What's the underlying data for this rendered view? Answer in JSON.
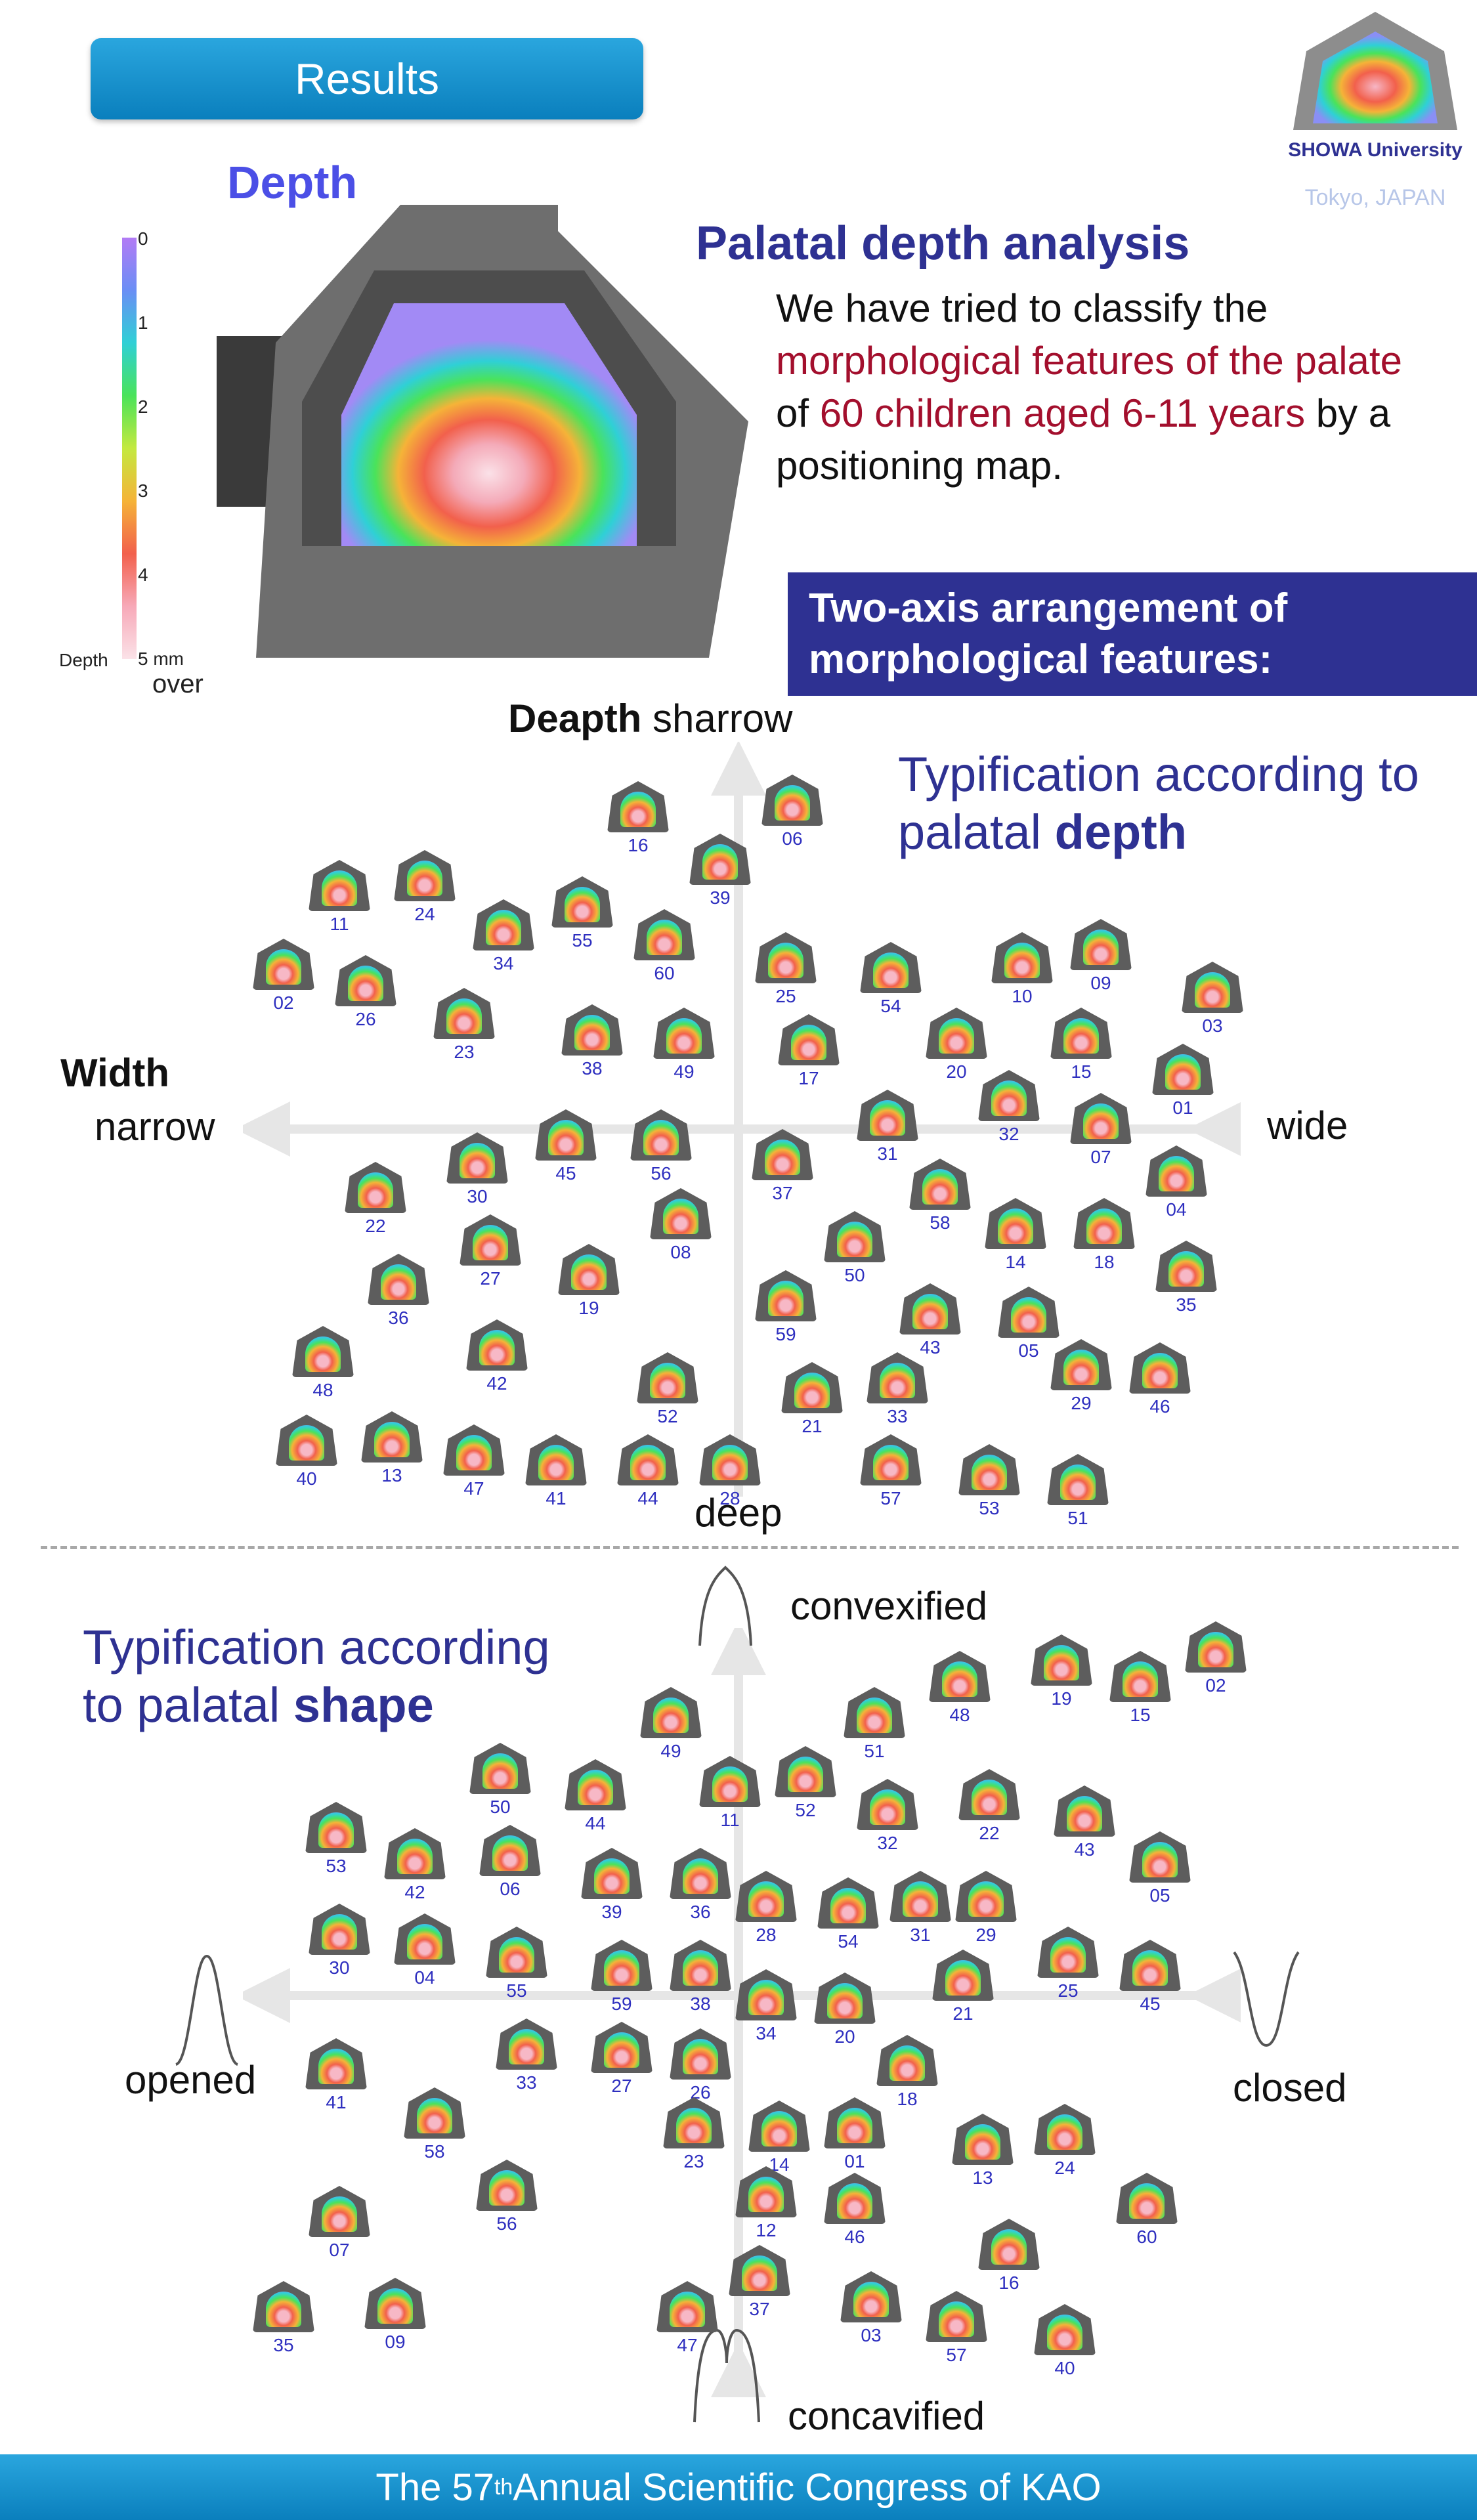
{
  "banner": {
    "label": "Results"
  },
  "depth_panel": {
    "title": "Depth",
    "scale_ticks": [
      "0",
      "1",
      "2",
      "3",
      "4",
      "5 mm"
    ],
    "scale_label": "Depth",
    "scale_over": "over"
  },
  "logo": {
    "university": "SHOWA University",
    "city": "Tokyo, JAPAN"
  },
  "analysis": {
    "title": "Palatal depth analysis",
    "p1": "We have tried to classify the ",
    "p2": "morphological features of the palate",
    "p3": " of ",
    "p4": "60 children aged 6-11 years",
    "p5": " by a positioning map."
  },
  "two_axis": {
    "label": "Two-axis arrangement of morphological features:"
  },
  "depth_map": {
    "y_axis_bold": "Deapth",
    "y_top": "sharrow",
    "y_bottom": "deep",
    "x_axis_bold": "Width",
    "x_left": "narrow",
    "x_right": "wide",
    "title_1": "Typification according to",
    "title_2": "palatal ",
    "title_bold": "depth",
    "samples": [
      "16",
      "06",
      "39",
      "11",
      "24",
      "55",
      "34",
      "60",
      "25",
      "54",
      "10",
      "09",
      "02",
      "26",
      "23",
      "38",
      "49",
      "03",
      "17",
      "20",
      "15",
      "01",
      "32",
      "31",
      "07",
      "45",
      "56",
      "30",
      "37",
      "04",
      "22",
      "08",
      "58",
      "14",
      "18",
      "27",
      "50",
      "19",
      "35",
      "36",
      "59",
      "43",
      "05",
      "48",
      "42",
      "52",
      "33",
      "29",
      "21",
      "46",
      "40",
      "13",
      "47",
      "41",
      "44",
      "28",
      "57",
      "53",
      "51"
    ]
  },
  "shape_map": {
    "title_1": "Typification according",
    "title_2": "to palatal ",
    "title_bold": "shape",
    "y_top": "convexified",
    "y_bottom": "concavified",
    "x_left": "opened",
    "x_right": "closed",
    "samples": [
      "19",
      "02",
      "48",
      "15",
      "49",
      "51",
      "50",
      "44",
      "11",
      "52",
      "32",
      "22",
      "53",
      "42",
      "06",
      "43",
      "39",
      "36",
      "05",
      "28",
      "54",
      "31",
      "29",
      "30",
      "04",
      "55",
      "59",
      "38",
      "25",
      "45",
      "21",
      "34",
      "20",
      "41",
      "33",
      "27",
      "26",
      "18",
      "58",
      "23",
      "14",
      "01",
      "13",
      "24",
      "12",
      "46",
      "56",
      "60",
      "07",
      "16",
      "35",
      "09",
      "47",
      "37",
      "03",
      "57",
      "40"
    ]
  },
  "footer": {
    "pre": "The 57",
    "sup": "th",
    "post": " Annual Scientific Congress of KAO"
  }
}
